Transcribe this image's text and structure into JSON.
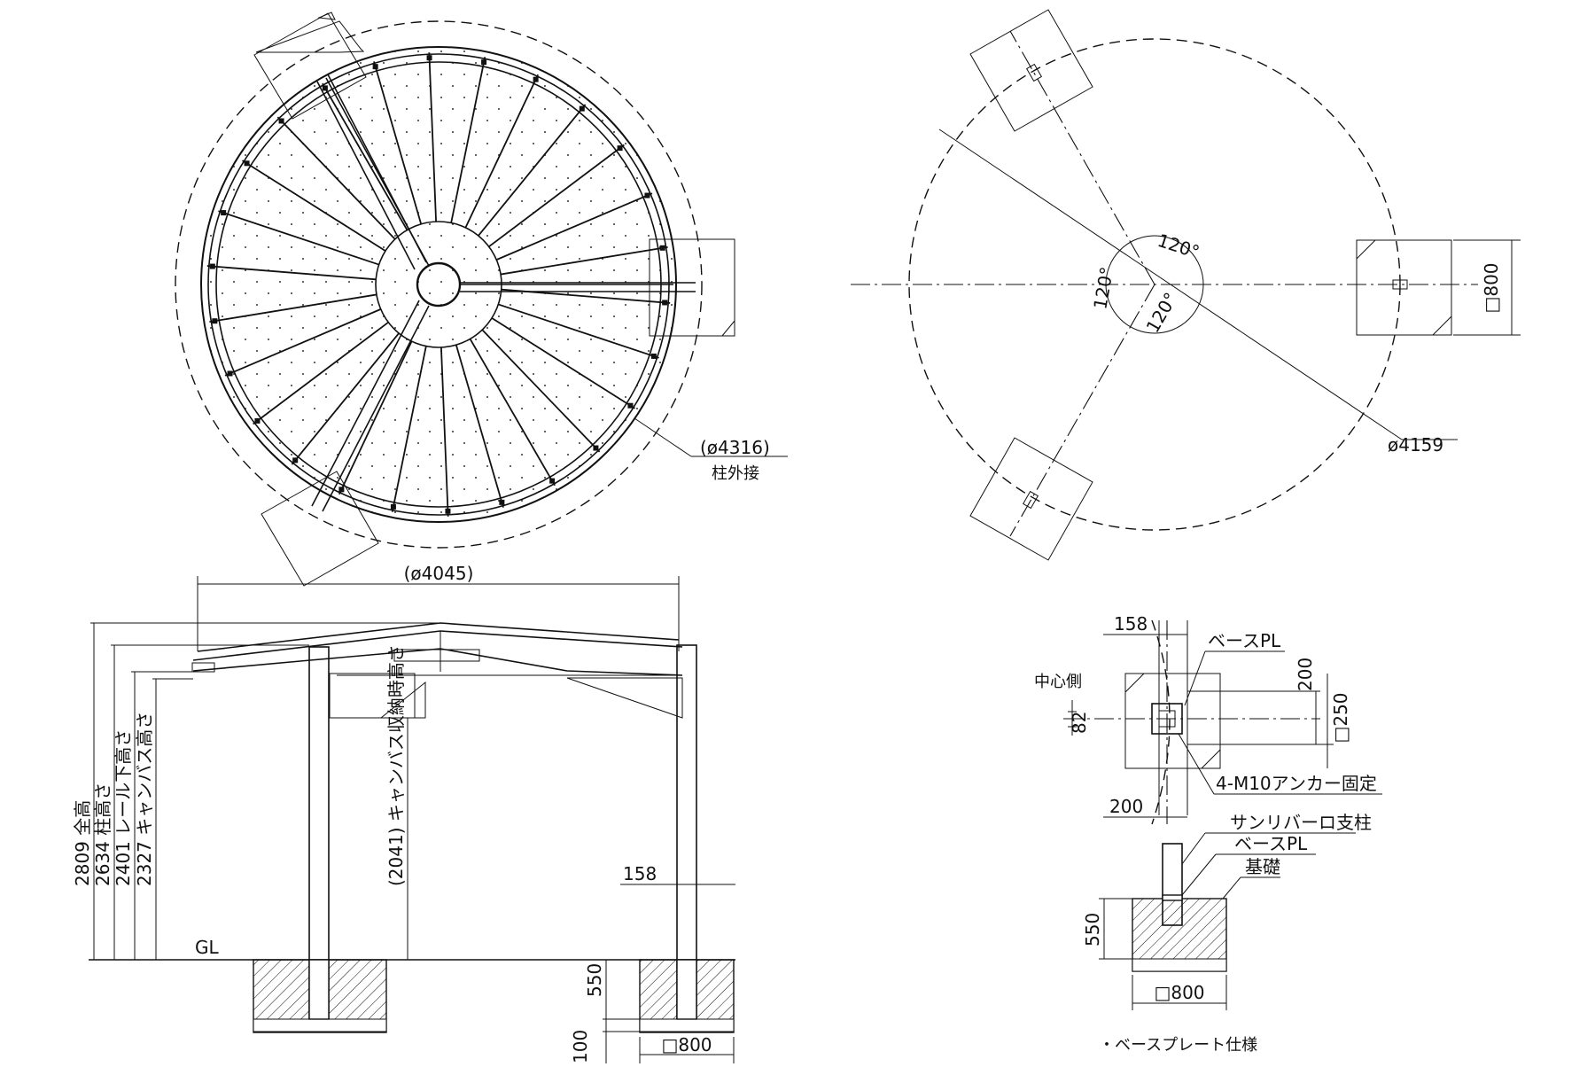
{
  "top_view": {
    "diameter_label": "(ø4316)",
    "diameter_note": "柱外接",
    "rib_count": 26
  },
  "foundation_plan": {
    "diameter_label": "ø4159",
    "angle_labels": [
      "120°",
      "120°",
      "120°"
    ],
    "footing_label": "□800"
  },
  "elevation": {
    "width_label": "(ø4045)",
    "heights": [
      {
        "value": "2809",
        "label": "全高"
      },
      {
        "value": "2634",
        "label": "柱高さ"
      },
      {
        "value": "2401",
        "label": "レール下高さ"
      },
      {
        "value": "2327",
        "label": "キャンバス高さ"
      }
    ],
    "storage_height": {
      "value": "(2041)",
      "label": "キャンバス収納時高さ"
    },
    "post_offset": "158",
    "ground_label": "GL",
    "footing_depth": "550",
    "footing_base": "100",
    "footing_width": "□800"
  },
  "base_plate_detail": {
    "dim_top": "158",
    "dim_82": "82",
    "dim_200_bottom": "200",
    "dim_200_right": "200",
    "dim_250": "□250",
    "center_side": "中心側",
    "base_pl": "ベースPL",
    "anchor": "4-M10アンカー固定"
  },
  "section_detail": {
    "post_label": "サンリバーロ支柱",
    "base_pl": "ベースPL",
    "foundation_label": "基礎",
    "depth": "550",
    "width": "□800",
    "caption": "・ベースプレート仕様"
  }
}
